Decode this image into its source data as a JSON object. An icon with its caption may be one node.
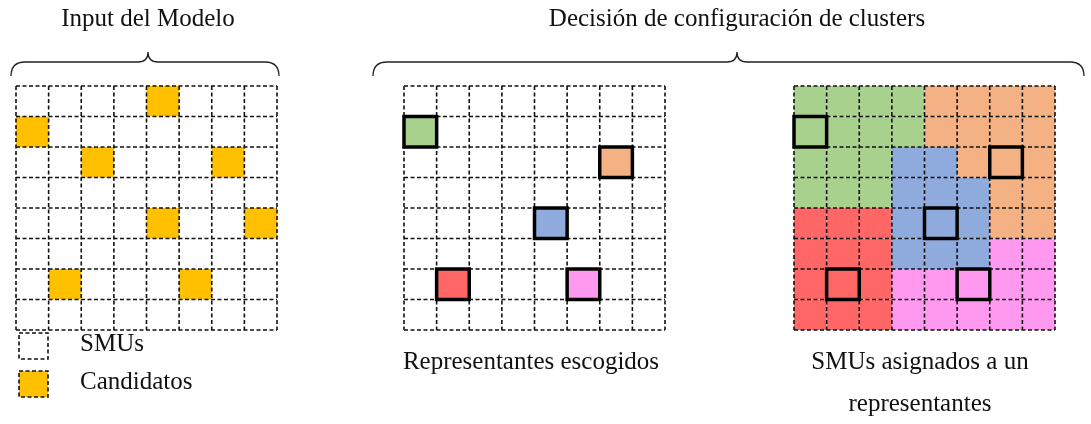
{
  "diagram": {
    "labels": [
      "Input del Modelo",
      "Decisión de configuración de clusters",
      "Representantes escogidos",
      "SMUs asignados a un representantes"
    ],
    "legend": [
      {
        "text": "SMUs"
      },
      {
        "text": "Candidatos",
        "color": "#ffc000"
      }
    ]
  }
}
